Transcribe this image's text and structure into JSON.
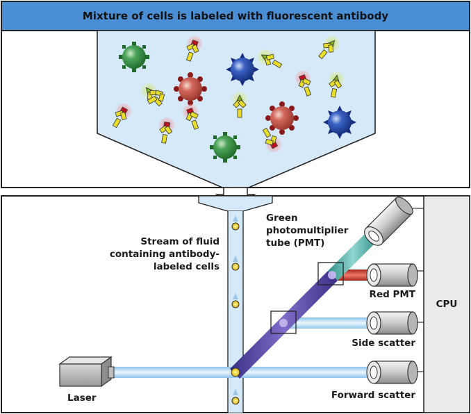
{
  "header": {
    "title": "Mixture of cells is labeled with fluorescent antibody",
    "bg_color": "#4a8fd6"
  },
  "labels": {
    "stream_line1": "Stream of fluid",
    "stream_line2": "containing antibody-",
    "stream_line3": "labeled cells",
    "green_pmt_line1": "Green",
    "green_pmt_line2": "photomultiplier",
    "green_pmt_line3": "tube (PMT)",
    "red_pmt": "Red PMT",
    "side_scatter": "Side scatter",
    "forward_scatter": "Forward scatter",
    "laser": "Laser",
    "cpu": "CPU"
  },
  "colors": {
    "fluid": "#d6e9f8",
    "beam": "#a9d4f2",
    "diagonal_beam": "#4f3f9c",
    "green_beam": "#49a9a2",
    "red_beam": "#c8342a",
    "green_cell": "#2e8b3a",
    "blue_cell": "#2446a8",
    "red_cell": "#c9574b",
    "antibody": "#e8de2a",
    "red_label": "#c0101e",
    "green_label": "#b6d94a"
  },
  "icons": {
    "cells": "fluorescent-labeled-cell-icons",
    "antibody": "y-shaped-antibody-icon",
    "laser": "laser-box-icon",
    "pmt": "photomultiplier-tube-icon"
  }
}
